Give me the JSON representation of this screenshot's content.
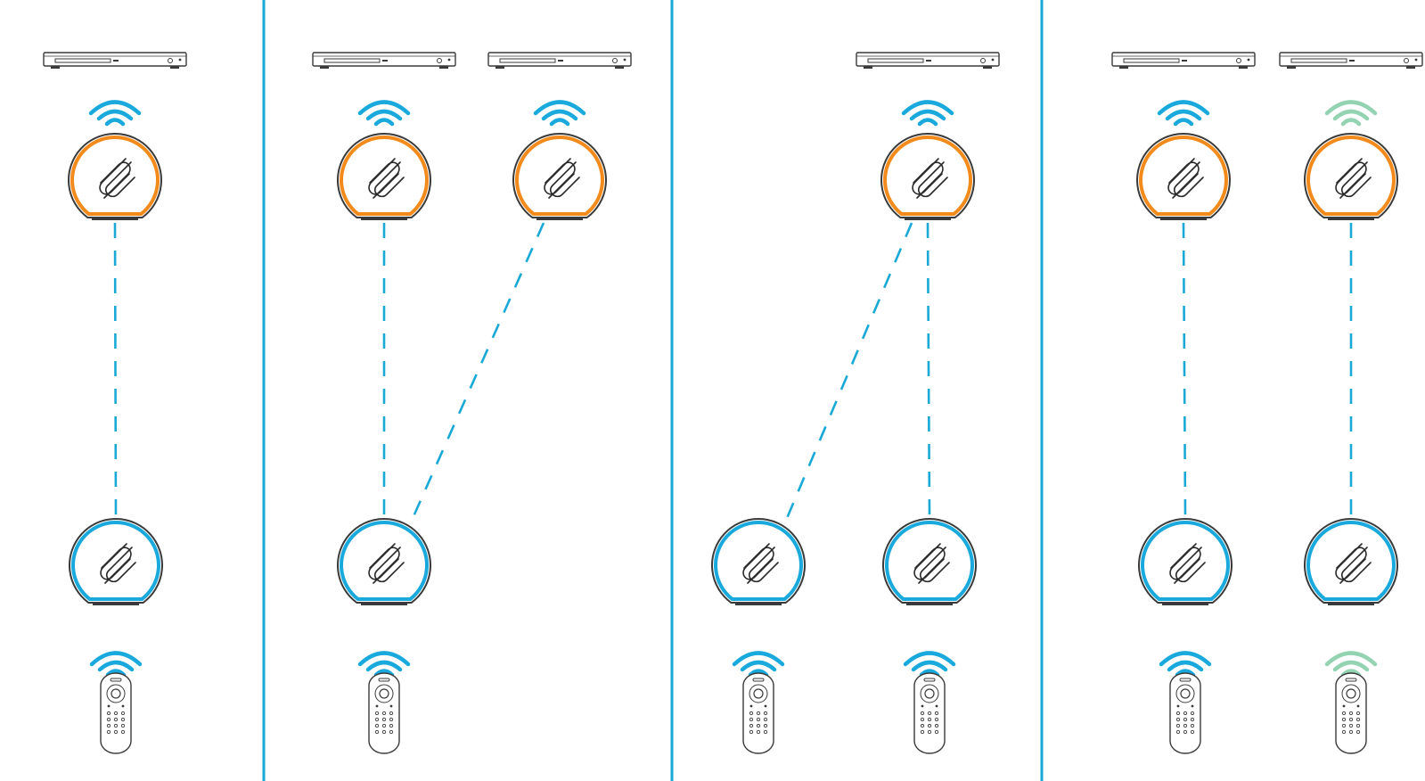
{
  "colors": {
    "divider": "#1aa9d6",
    "ir_wave_blue": "#19a9dc",
    "ir_wave_green": "#94d3b2",
    "transmitter_ring": "#f28a1c",
    "receiver_ring": "#19a9dc",
    "link_line": "#1aa9d6",
    "device_outline": "#3a3a3a",
    "background": "#ffffff"
  },
  "icons": {
    "player": "dvd-player-icon",
    "wave": "ir-signal-icon",
    "transmitter": "transmitter-hub-icon",
    "receiver": "receiver-hub-icon",
    "remote": "remote-control-icon"
  },
  "scenarios": [
    {
      "id": "one-to-one",
      "players": 1,
      "remotes": 1,
      "links": [
        [
          0,
          0
        ]
      ],
      "wave_colors": [
        "blue"
      ]
    },
    {
      "id": "two-players-one-remote",
      "players": 2,
      "remotes": 1,
      "links": [
        [
          0,
          0
        ],
        [
          1,
          0
        ]
      ],
      "wave_colors": [
        "blue",
        "blue"
      ]
    },
    {
      "id": "one-player-two-remotes",
      "players": 1,
      "remotes": 2,
      "links": [
        [
          0,
          0
        ],
        [
          0,
          1
        ]
      ],
      "wave_colors": [
        "blue"
      ]
    },
    {
      "id": "two-independent-pairs",
      "players": 2,
      "remotes": 2,
      "links": [
        [
          0,
          0
        ],
        [
          1,
          1
        ]
      ],
      "wave_colors": [
        "blue",
        "green"
      ]
    }
  ]
}
